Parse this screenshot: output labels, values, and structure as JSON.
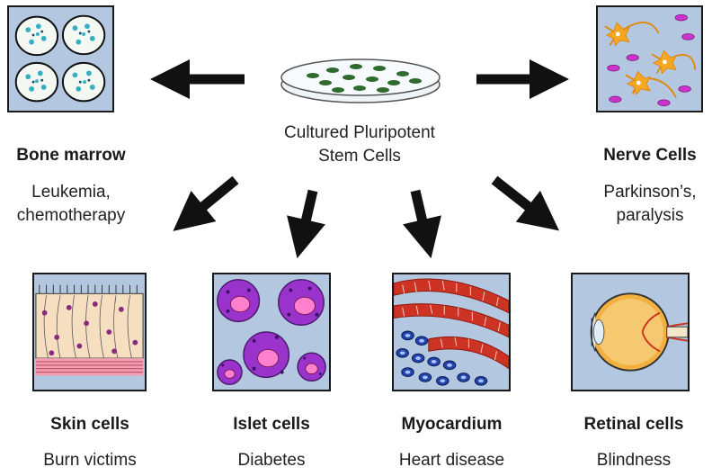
{
  "center": {
    "line1": "Cultured Pluripotent",
    "line2": "Stem Cells"
  },
  "nodes": [
    {
      "key": "bone-marrow",
      "title": "Bone marrow",
      "uses": [
        "Leukemia,",
        "chemotherapy"
      ]
    },
    {
      "key": "nerve-cells",
      "title": "Nerve Cells",
      "uses": [
        "Parkinson’s,",
        "paralysis"
      ]
    },
    {
      "key": "skin-cells",
      "title": "Skin cells",
      "uses": [
        "Burn victims"
      ]
    },
    {
      "key": "islet-cells",
      "title": "Islet cells",
      "uses": [
        "Diabetes"
      ]
    },
    {
      "key": "myocardium",
      "title": "Myocardium",
      "uses": [
        "Heart disease"
      ]
    },
    {
      "key": "retinal-cells",
      "title": "Retinal cells",
      "uses": [
        "Blindness"
      ]
    }
  ],
  "colors": {
    "panel_bg": "#b3c7e0",
    "arrow": "#111111",
    "dish_cell": "#2f6b2f",
    "nerve_body": "#f5a623",
    "nerve_dot": "#cc33cc",
    "islet": "#9933cc",
    "muscle": "#cc3322",
    "rbc": "#2244aa",
    "skin": "#f5dfc0",
    "eye": "#f2b040"
  }
}
